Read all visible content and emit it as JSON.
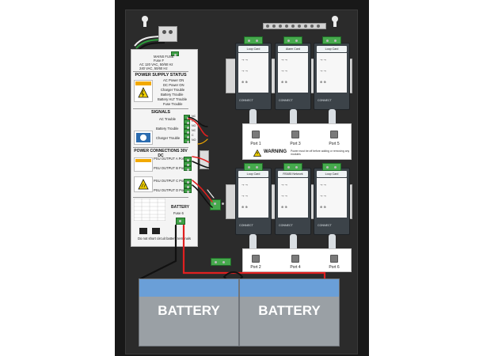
{
  "psu": {
    "mains_fuse": "MAINS FUSE",
    "fuse_rating": "Fuse F",
    "ac_line1": "AC 120 VAC, 50/60 Hz",
    "ac_line2": "240 VAC, 50/60 Hz",
    "status_title": "POWER SUPPLY STATUS",
    "status_items": [
      "AC Power ON",
      "DC Power ON",
      "Charger Trouble",
      "Battery Trouble",
      "Battery HLT Trouble",
      "Fuse Trouble"
    ],
    "signals_title": "SIGNALS",
    "signal_rows": [
      "AC Trouble",
      "",
      "Battery Trouble",
      "",
      "Charger Trouble"
    ],
    "signal_terms": [
      "NC",
      "C",
      "NO",
      "NC",
      "C",
      "NO"
    ],
    "power_title": "POWER CONNECTIONS 30V DC",
    "outputs": [
      "PSU OUTPUT A Port A",
      "PSU OUTPUT B Port B",
      "PSU OUTPUT C Port C",
      "PSU OUTPUT D Port D"
    ],
    "battery_label": "BATTERY",
    "battery_fuse": "Fuse 6",
    "footer": "Do not short circuit battery terminals"
  },
  "modules_top": [
    {
      "title": "Loop Card"
    },
    {
      "title": "Alarm Card"
    },
    {
      "title": "Loop Card"
    }
  ],
  "modules_bottom": [
    {
      "title": "Loop Card"
    },
    {
      "title": "RS485 Network"
    },
    {
      "title": "Loop Card"
    }
  ],
  "brand": "CONNECT",
  "ports_top": [
    "Port 1",
    "Port 3",
    "Port 5"
  ],
  "ports_bottom": [
    "Port 2",
    "Port 4",
    "Port 6"
  ],
  "warning_title": "WARNING",
  "warning_text": "Power must be off before adding or removing any modules",
  "batteries": [
    "BATTERY",
    "BATTERY"
  ],
  "colors": {
    "enclosure": "#181818",
    "backplate": "#2b2b2b",
    "terminal_green": "#46a94d",
    "wire_red": "#e02020",
    "battery_top": "#6a9fd8",
    "battery_body": "#9aa0a5"
  }
}
